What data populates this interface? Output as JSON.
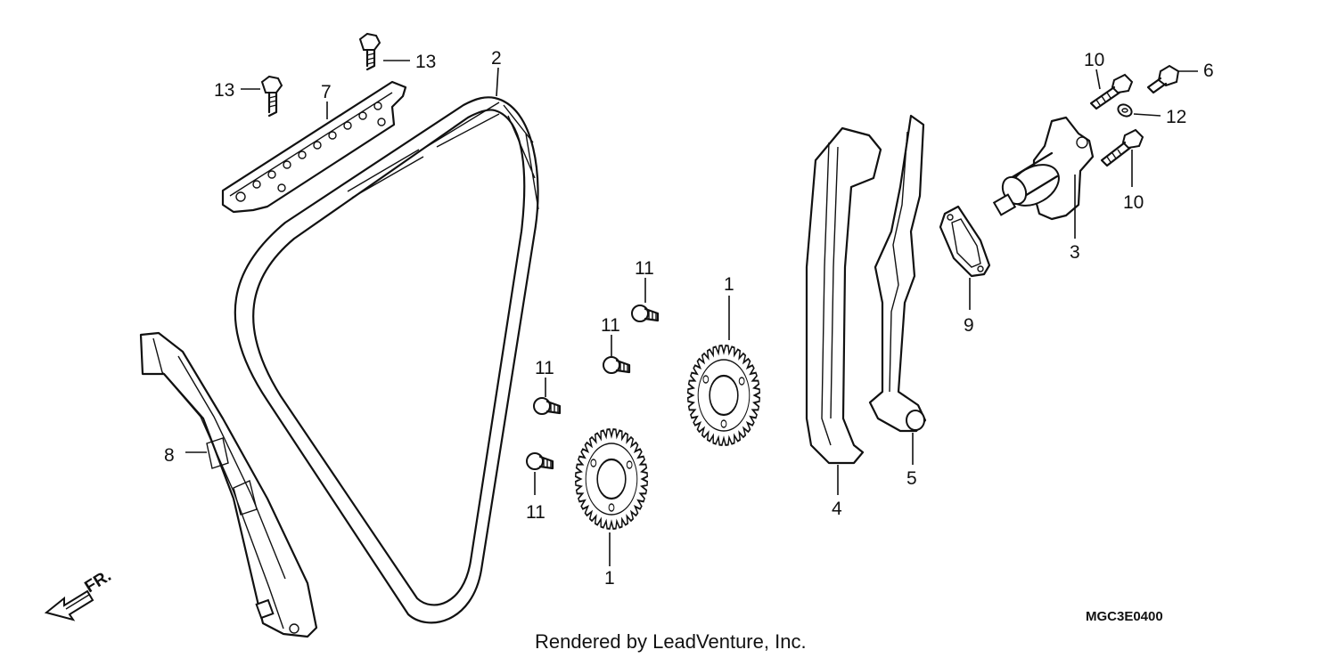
{
  "diagram": {
    "drawing_code": "MGC3E0400",
    "credit": "Rendered by LeadVenture, Inc.",
    "direction_mark": "FR.",
    "callouts": [
      "1",
      "1",
      "2",
      "3",
      "4",
      "5",
      "6",
      "7",
      "8",
      "9",
      "10",
      "10",
      "11",
      "11",
      "11",
      "11",
      "12",
      "13",
      "13"
    ]
  }
}
